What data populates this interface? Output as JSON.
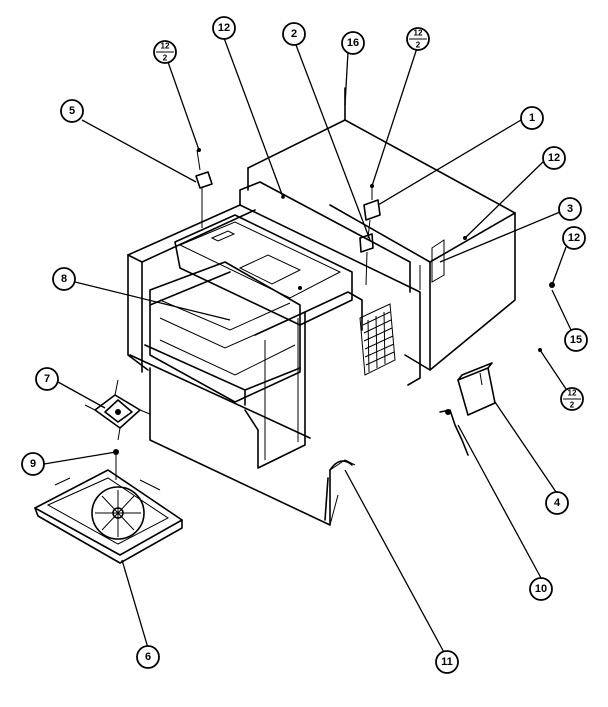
{
  "callouts": [
    {
      "id": "c12a",
      "text": "12"
    },
    {
      "id": "c2",
      "text": "2"
    },
    {
      "id": "c16",
      "text": "16"
    },
    {
      "id": "c5",
      "text": "5"
    },
    {
      "id": "c1",
      "text": "1"
    },
    {
      "id": "c12b",
      "text": "12"
    },
    {
      "id": "c3",
      "text": "3"
    },
    {
      "id": "c12c",
      "text": "12"
    },
    {
      "id": "c8",
      "text": "8"
    },
    {
      "id": "c15",
      "text": "15"
    },
    {
      "id": "c7",
      "text": "7"
    },
    {
      "id": "c9",
      "text": "9"
    },
    {
      "id": "c4",
      "text": "4"
    },
    {
      "id": "c10",
      "text": "10"
    },
    {
      "id": "c6",
      "text": "6"
    },
    {
      "id": "c11",
      "text": "11"
    }
  ],
  "fraction_callouts": [
    {
      "id": "f1",
      "top": "12",
      "bottom": "2"
    },
    {
      "id": "f2",
      "top": "12",
      "bottom": "2"
    },
    {
      "id": "f3",
      "top": "12",
      "bottom": "2"
    }
  ]
}
